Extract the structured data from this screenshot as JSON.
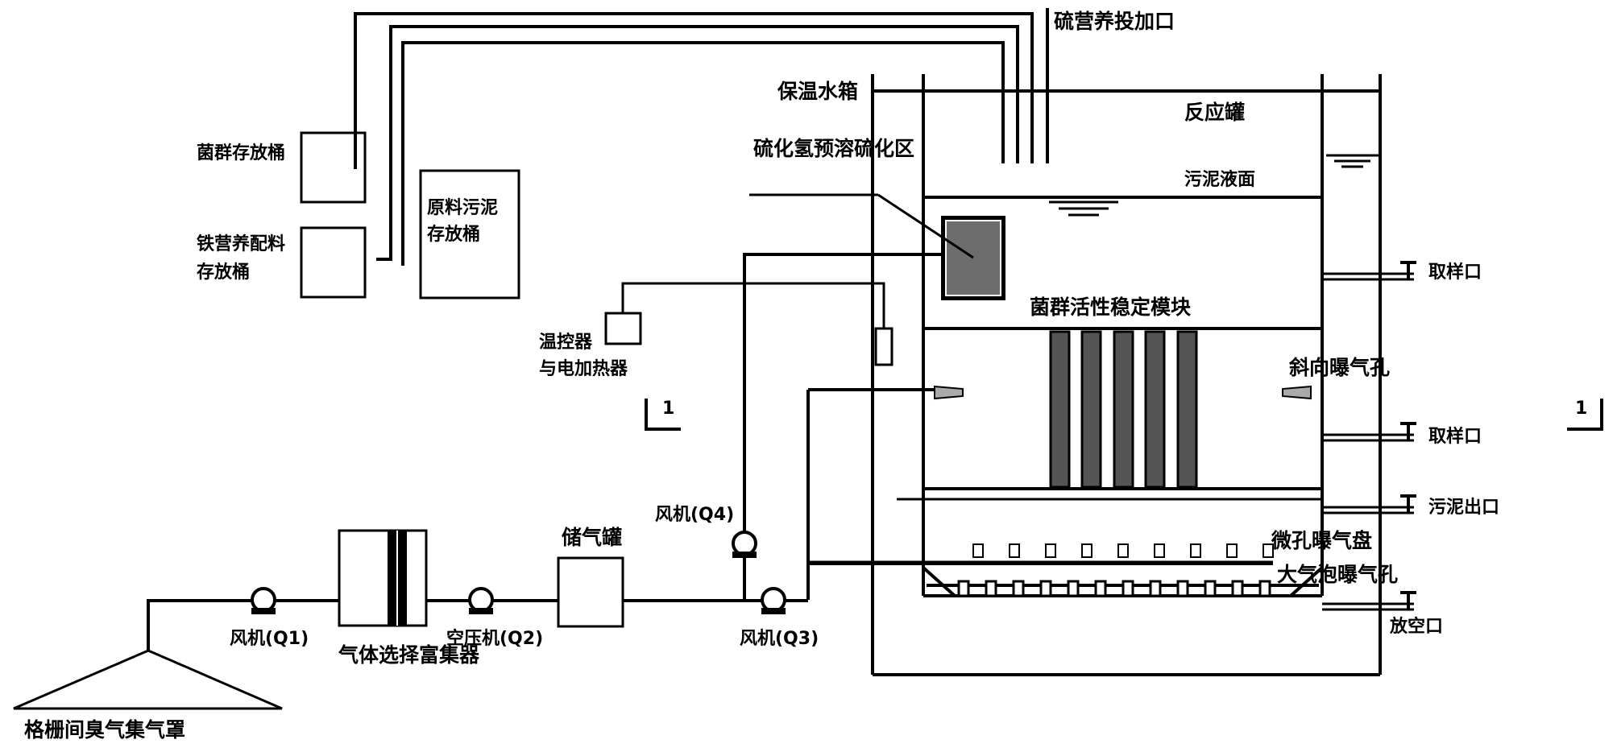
{
  "labels": {
    "sulfur_port": "硫营养投加口",
    "insulation_tank": "保温水箱",
    "reactor": "反应罐",
    "h2s_zone": "硫化氢预溶硫化区",
    "sludge_surface": "污泥液面",
    "bacteria_bucket": "菌群存放桶",
    "iron_bucket_line1": "铁营养配料",
    "iron_bucket_line2": "存放桶",
    "raw_sludge_line1": "原料污泥",
    "raw_sludge_line2": "存放桶",
    "temp_ctrl_line1": "温控器",
    "temp_ctrl_line2": "与电加热器",
    "stabilize_module": "菌群活性稳定模块",
    "sample_port_1": "取样口",
    "sample_port_2": "取样口",
    "oblique_aeration": "斜向曝气孔",
    "sludge_outlet": "污泥出口",
    "micro_disk": "微孔曝气盘",
    "big_bubble": "大气泡曝气孔",
    "vent_port": "放空口",
    "fan_q4": "风机(Q4)",
    "fan_q3": "风机(Q3)",
    "fan_q1": "风机(Q1)",
    "compressor_q2": "空压机(Q2)",
    "gas_tank": "储气罐",
    "gas_enricher": "气体选择富集器",
    "hood": "格栅间臭气集气罩",
    "section_left": "1",
    "section_right": "1"
  }
}
